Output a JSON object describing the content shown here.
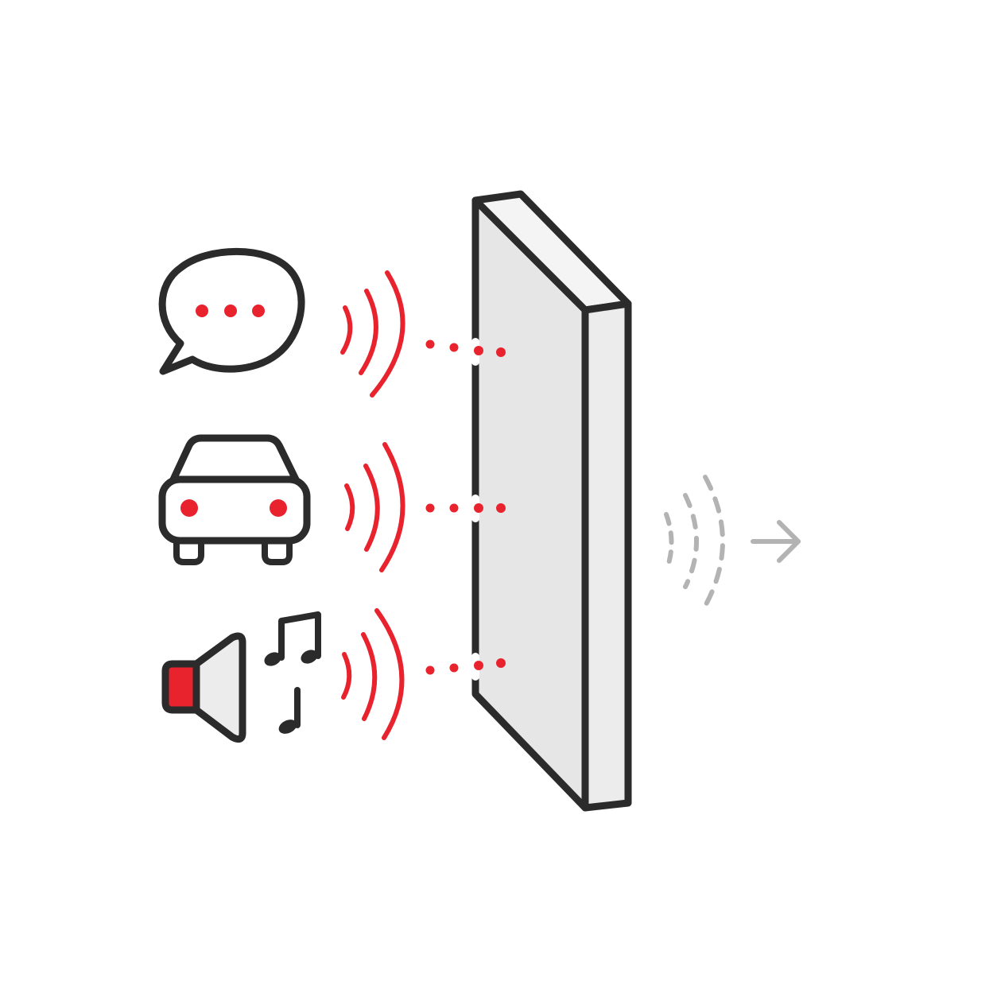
{
  "diagram": {
    "sources": [
      {
        "id": "speech",
        "icon": "speech-bubble-icon"
      },
      {
        "id": "traffic",
        "icon": "car-icon"
      },
      {
        "id": "music",
        "icon": "speaker-with-music-notes-icon"
      }
    ],
    "barrier": {
      "icon": "wall-panel-icon"
    },
    "output": {
      "icon": "faint-sound-waves-arrow-icon"
    }
  },
  "colors": {
    "accent_red": "#e8232e",
    "outline": "#2b2b2b",
    "panel_face": "#e6e6e6",
    "panel_side": "#ececec",
    "muted_gray": "#b3b3b3"
  }
}
